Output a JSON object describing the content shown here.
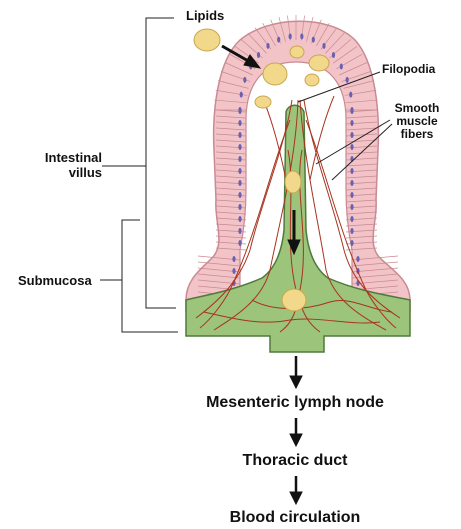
{
  "labels": {
    "lipids": "Lipids",
    "filopodia": "Filopodia",
    "smooth_muscle_line1": "Smooth",
    "smooth_muscle_line2": "muscle",
    "smooth_muscle_line3": "fibers",
    "villus_line1": "Intestinal",
    "villus_line2": "villus",
    "submucosa": "Submucosa"
  },
  "flow": [
    "Mesenteric lymph node",
    "Thoracic duct",
    "Blood circulation"
  ],
  "colors": {
    "epithelium": "#f2c4c8",
    "epithelium_edge": "#c98a92",
    "nuclei": "#6b5fb0",
    "lacteal": "#9cc47a",
    "lacteal_edge": "#4f7a3a",
    "vessels": "#a8331f",
    "lipid": "#f1d88a",
    "lipid_edge": "#c9a74e"
  }
}
